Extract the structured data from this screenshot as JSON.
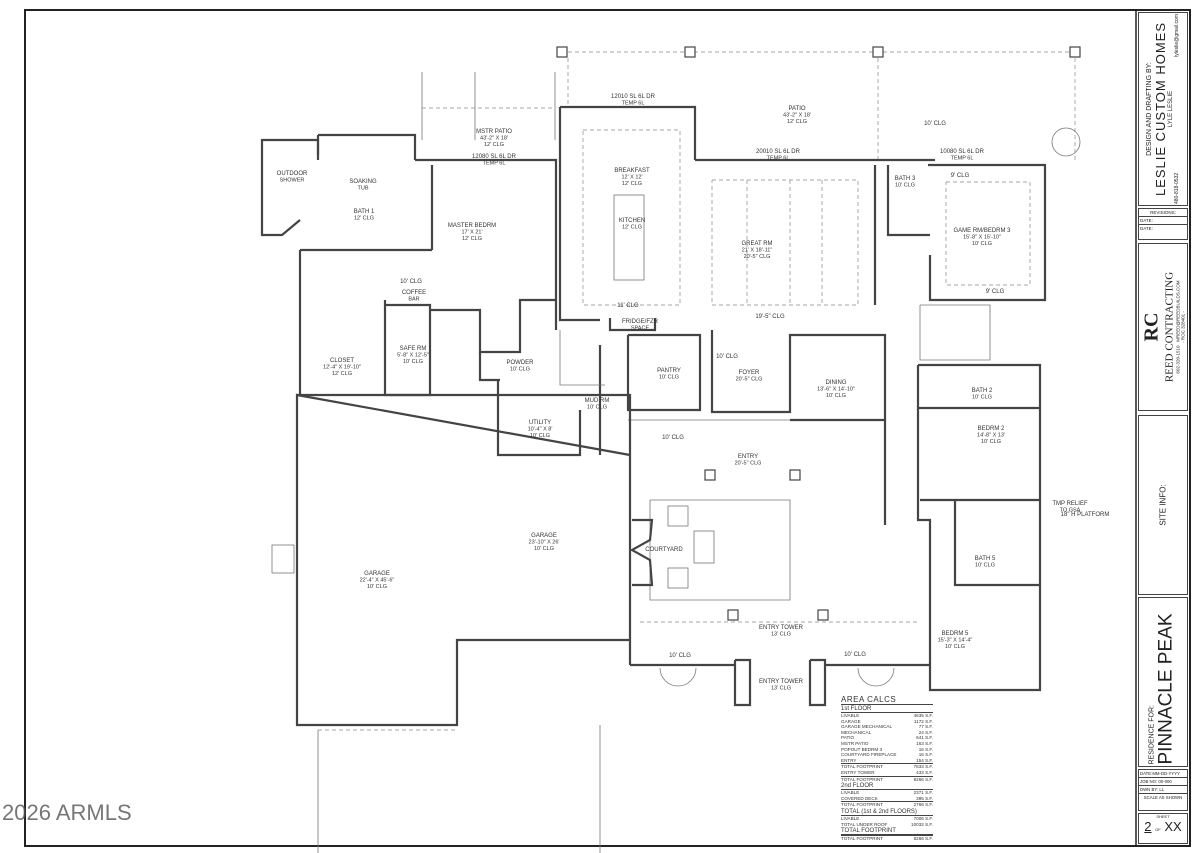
{
  "watermark": "2026 ARMLS",
  "title_block": {
    "design_heading": "DESIGN AND DRAFTING BY:",
    "designer_company": "LESLIE CUSTOM HOMES",
    "designer_name": "LYLE LESLIE",
    "designer_email": "lyleslie@gmail.com",
    "designer_phone": "480-818-0532",
    "revisions_label": "REVISIONS:",
    "revision_dates": [
      "DATE:",
      "DATE:"
    ],
    "contractor_logo": "RC",
    "contractor_name": "REED CONTRACTING",
    "contractor_phone": "602-320-1510",
    "contractor_web": "MREED@REEDBUILDS.COM",
    "contractor_roc": "- ROC 328401 -",
    "site_info_label": "SITE INFO:",
    "residence_for_label": "RESIDENCE FOR:",
    "residence_name": "PINNACLE PEAK",
    "date": "DATE:MM-DD-YYYY",
    "job_no": "JOB NO: 00-000",
    "drawn_by": "DWN BY:  LL",
    "scale": "SCALE AS SHOWN",
    "sheet_label": "SHEET",
    "sheet_number": "2",
    "sheet_of": "OF",
    "sheet_total": "XX"
  },
  "rooms": [
    {
      "id": "outdoor-shower",
      "lines": [
        "OUTDOOR",
        "SHOWER"
      ]
    },
    {
      "id": "soaking-tub",
      "lines": [
        "SOAKING",
        "TUB"
      ]
    },
    {
      "id": "bath-1",
      "lines": [
        "BATH 1",
        "12' CLG"
      ]
    },
    {
      "id": "mstr-patio",
      "lines": [
        "MSTR PATIO",
        "43'-2\" X 18'",
        "12' CLG"
      ]
    },
    {
      "id": "mstr-patio-door",
      "lines": [
        "12080 SL 6L DR",
        "TEMP 6L"
      ]
    },
    {
      "id": "master-bedrm",
      "lines": [
        "MASTER BEDRM",
        "17' X 21'",
        "12' CLG"
      ]
    },
    {
      "id": "hall-clg",
      "lines": [
        "10' CLG"
      ]
    },
    {
      "id": "coffee-bar",
      "lines": [
        "COFFEE",
        "BAR"
      ]
    },
    {
      "id": "closet",
      "lines": [
        "CLOSET",
        "12'-4\" X 19'-10\"",
        "12' CLG"
      ]
    },
    {
      "id": "safe-rm",
      "lines": [
        "SAFE RM",
        "5'-8\" X 12'-5\"",
        "10' CLG"
      ]
    },
    {
      "id": "powder",
      "lines": [
        "POWDER",
        "10' CLG"
      ]
    },
    {
      "id": "utility",
      "lines": [
        "UTILITY",
        "10'-4\" X 8'",
        "10' CLG"
      ]
    },
    {
      "id": "mud-rm",
      "lines": [
        "MUD RM",
        "10' CLG"
      ]
    },
    {
      "id": "pantry",
      "lines": [
        "PANTRY",
        "10' CLG"
      ]
    },
    {
      "id": "fridge-space",
      "lines": [
        "FRIDGE/FZR",
        "SPACE"
      ]
    },
    {
      "id": "breakfast-door",
      "lines": [
        "12010 SL 6L DR",
        "TEMP 6L"
      ]
    },
    {
      "id": "breakfast",
      "lines": [
        "BREAKFAST",
        "12' X 12'",
        "12' CLG"
      ]
    },
    {
      "id": "kitchen",
      "lines": [
        "KITCHEN",
        "12' CLG"
      ]
    },
    {
      "id": "kitchen-clg",
      "lines": [
        "11' CLG"
      ]
    },
    {
      "id": "patio",
      "lines": [
        "PATIO",
        "43'-2\" X 18'",
        "12' CLG"
      ]
    },
    {
      "id": "great-rm-door",
      "lines": [
        "20010 SL 6L DR",
        "TEMP 6L"
      ]
    },
    {
      "id": "great-rm",
      "lines": [
        "GREAT RM",
        "21' X 18'-11\"",
        "20'-5\" CLG"
      ]
    },
    {
      "id": "great-rm-hall",
      "lines": [
        "19'-5\" CLG"
      ]
    },
    {
      "id": "patio-east-clg",
      "lines": [
        "10' CLG"
      ]
    },
    {
      "id": "game-rm-door",
      "lines": [
        "10080 SL 6L DR",
        "TEMP 6L"
      ]
    },
    {
      "id": "bath-3",
      "lines": [
        "BATH 3",
        "10' CLG"
      ]
    },
    {
      "id": "game-rm-clg-top",
      "lines": [
        "9' CLG"
      ]
    },
    {
      "id": "game-rm",
      "lines": [
        "GAME RM/BEDRM 3",
        "15'-8\" X 15'-10\"",
        "10' CLG"
      ]
    },
    {
      "id": "game-rm-clg-bottom",
      "lines": [
        "9' CLG"
      ]
    },
    {
      "id": "foyer-clg",
      "lines": [
        "10' CLG"
      ]
    },
    {
      "id": "foyer",
      "lines": [
        "FOYER",
        "20'-5\" CLG"
      ]
    },
    {
      "id": "dining",
      "lines": [
        "DINING",
        "13'-6\" X 14'-10\"",
        "10' CLG"
      ]
    },
    {
      "id": "bath-2",
      "lines": [
        "BATH 2",
        "10' CLG"
      ]
    },
    {
      "id": "bedrm-2",
      "lines": [
        "BEDRM 2",
        "14'-8\" X 13'",
        "10' CLG"
      ]
    },
    {
      "id": "gallery-clg",
      "lines": [
        "10' CLG"
      ]
    },
    {
      "id": "entry",
      "lines": [
        "ENTRY",
        "20'-5\" CLG"
      ]
    },
    {
      "id": "courtyard",
      "lines": [
        "COURTYARD"
      ]
    },
    {
      "id": "bath-5",
      "lines": [
        "BATH 5",
        "10' CLG"
      ]
    },
    {
      "id": "bedrm-5",
      "lines": [
        "BEDRM 5",
        "15'-3\" X 14'-4\"",
        "10' CLG"
      ]
    },
    {
      "id": "entry-tower-1",
      "lines": [
        "ENTRY TOWER",
        "13' CLG"
      ]
    },
    {
      "id": "entry-tower-2",
      "lines": [
        "ENTRY TOWER",
        "13' CLG"
      ]
    },
    {
      "id": "porch-west-clg",
      "lines": [
        "10' CLG"
      ]
    },
    {
      "id": "porch-east-clg",
      "lines": [
        "10' CLG"
      ]
    },
    {
      "id": "garage-2",
      "lines": [
        "GARAGE",
        "23'-10\" X 26'",
        "10' CLG"
      ]
    },
    {
      "id": "garage-1",
      "lines": [
        "GARAGE",
        "22'-4\" X 45'-6\"",
        "10' CLG"
      ]
    },
    {
      "id": "tmp-relief",
      "lines": [
        "TMP RELIEF",
        "TO GSA"
      ]
    },
    {
      "id": "platform",
      "lines": [
        "18\" H PLATFORM"
      ]
    }
  ],
  "area_calcs": {
    "title": "AREA CALCS",
    "sections": [
      {
        "heading": "1st FLOOR",
        "rows": [
          {
            "label": "LIVABLE",
            "value": "4635 S.F."
          },
          {
            "label": "GARAGE",
            "value": "1172 S.F."
          },
          {
            "label": "GARAGE MECHANICAL",
            "value": "77 S.F."
          },
          {
            "label": "MECHANICAL",
            "value": "24 S.F."
          },
          {
            "label": "PATIO",
            "value": "641 S.F."
          },
          {
            "label": "MSTR PATIO",
            "value": "163 S.F."
          },
          {
            "label": "POPOUT BEDRM 3",
            "value": "16 S.F."
          },
          {
            "label": "COURTYARD FIREPLACE",
            "value": "16 S.F."
          },
          {
            "label": "ENTRY",
            "value": "154 S.F."
          },
          {
            "label": "TOTAL FOOTPRINT",
            "value": "7833 S.F.",
            "total": true
          },
          {
            "label": "ENTRY TOWER",
            "value": "433 S.F."
          },
          {
            "label": "TOTAL FOOTPRINT",
            "value": "8266 S.F.",
            "total": true
          }
        ]
      },
      {
        "heading": "2nd FLOOR",
        "rows": [
          {
            "label": "LIVABLE",
            "value": "2371 S.F."
          },
          {
            "label": "COVERED DECK",
            "value": "395 S.F."
          },
          {
            "label": "TOTAL FOOTPRINT",
            "value": "2766 S.F.",
            "total": true
          }
        ]
      },
      {
        "heading": "TOTAL (1st & 2nd FLOORS)",
        "rows": [
          {
            "label": "LIVABLE",
            "value": "7006 S.F."
          },
          {
            "label": "TOTAL UNDER ROOF",
            "value": "10032 S.F."
          }
        ]
      },
      {
        "heading": "TOTAL FOOTPRINT",
        "rows": [
          {
            "label": "TOTAL FOOTPRINT",
            "value": "8266 S.F.",
            "total": true
          }
        ]
      }
    ]
  }
}
